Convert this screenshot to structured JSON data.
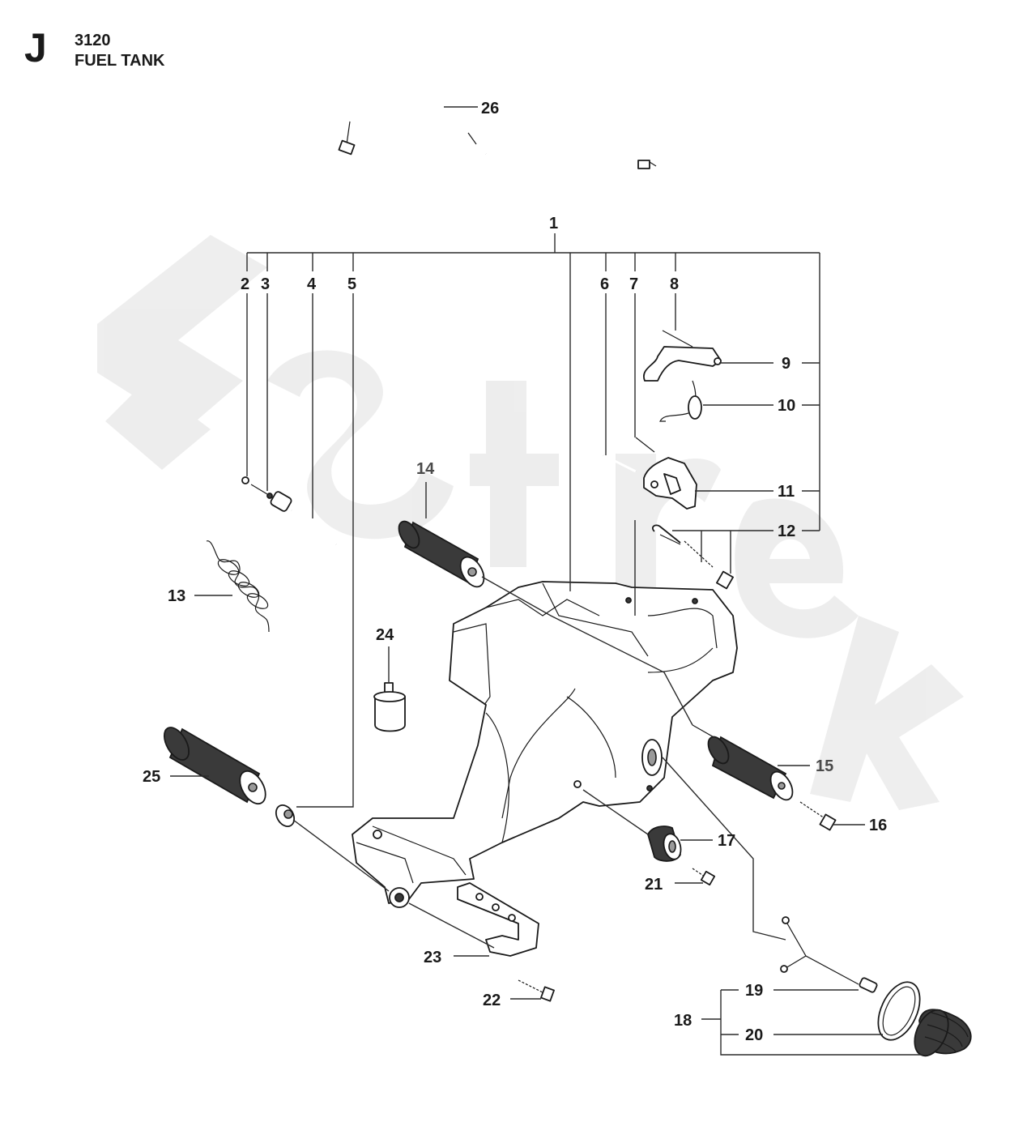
{
  "header": {
    "section_letter": "J",
    "model": "3120",
    "title": "FUEL TANK"
  },
  "callouts": {
    "c1": "1",
    "c2": "2",
    "c3": "3",
    "c4": "4",
    "c5": "5",
    "c6": "6",
    "c7": "7",
    "c8": "8",
    "c9": "9",
    "c10": "10",
    "c11": "11",
    "c12": "12",
    "c13": "13",
    "c14": "14",
    "c15": "15",
    "c16": "16",
    "c17": "17",
    "c18": "18",
    "c19": "19",
    "c20": "20",
    "c21": "21",
    "c22": "22",
    "c23": "23",
    "c24": "24",
    "c25": "25",
    "c26": "26"
  },
  "colors": {
    "ink": "#1a1a1a",
    "watermark": "#ececec"
  }
}
